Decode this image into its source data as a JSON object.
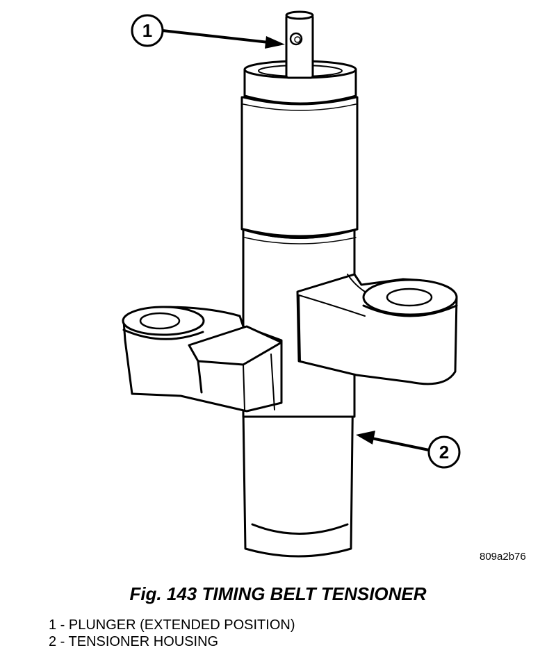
{
  "figure": {
    "caption": "Fig. 143 TIMING BELT TENSIONER",
    "image_code": "809a2b76"
  },
  "callouts": [
    {
      "number": "1"
    },
    {
      "number": "2"
    }
  ],
  "legend": [
    "1 - PLUNGER (EXTENDED POSITION)",
    "2 - TENSIONER HOUSING"
  ]
}
